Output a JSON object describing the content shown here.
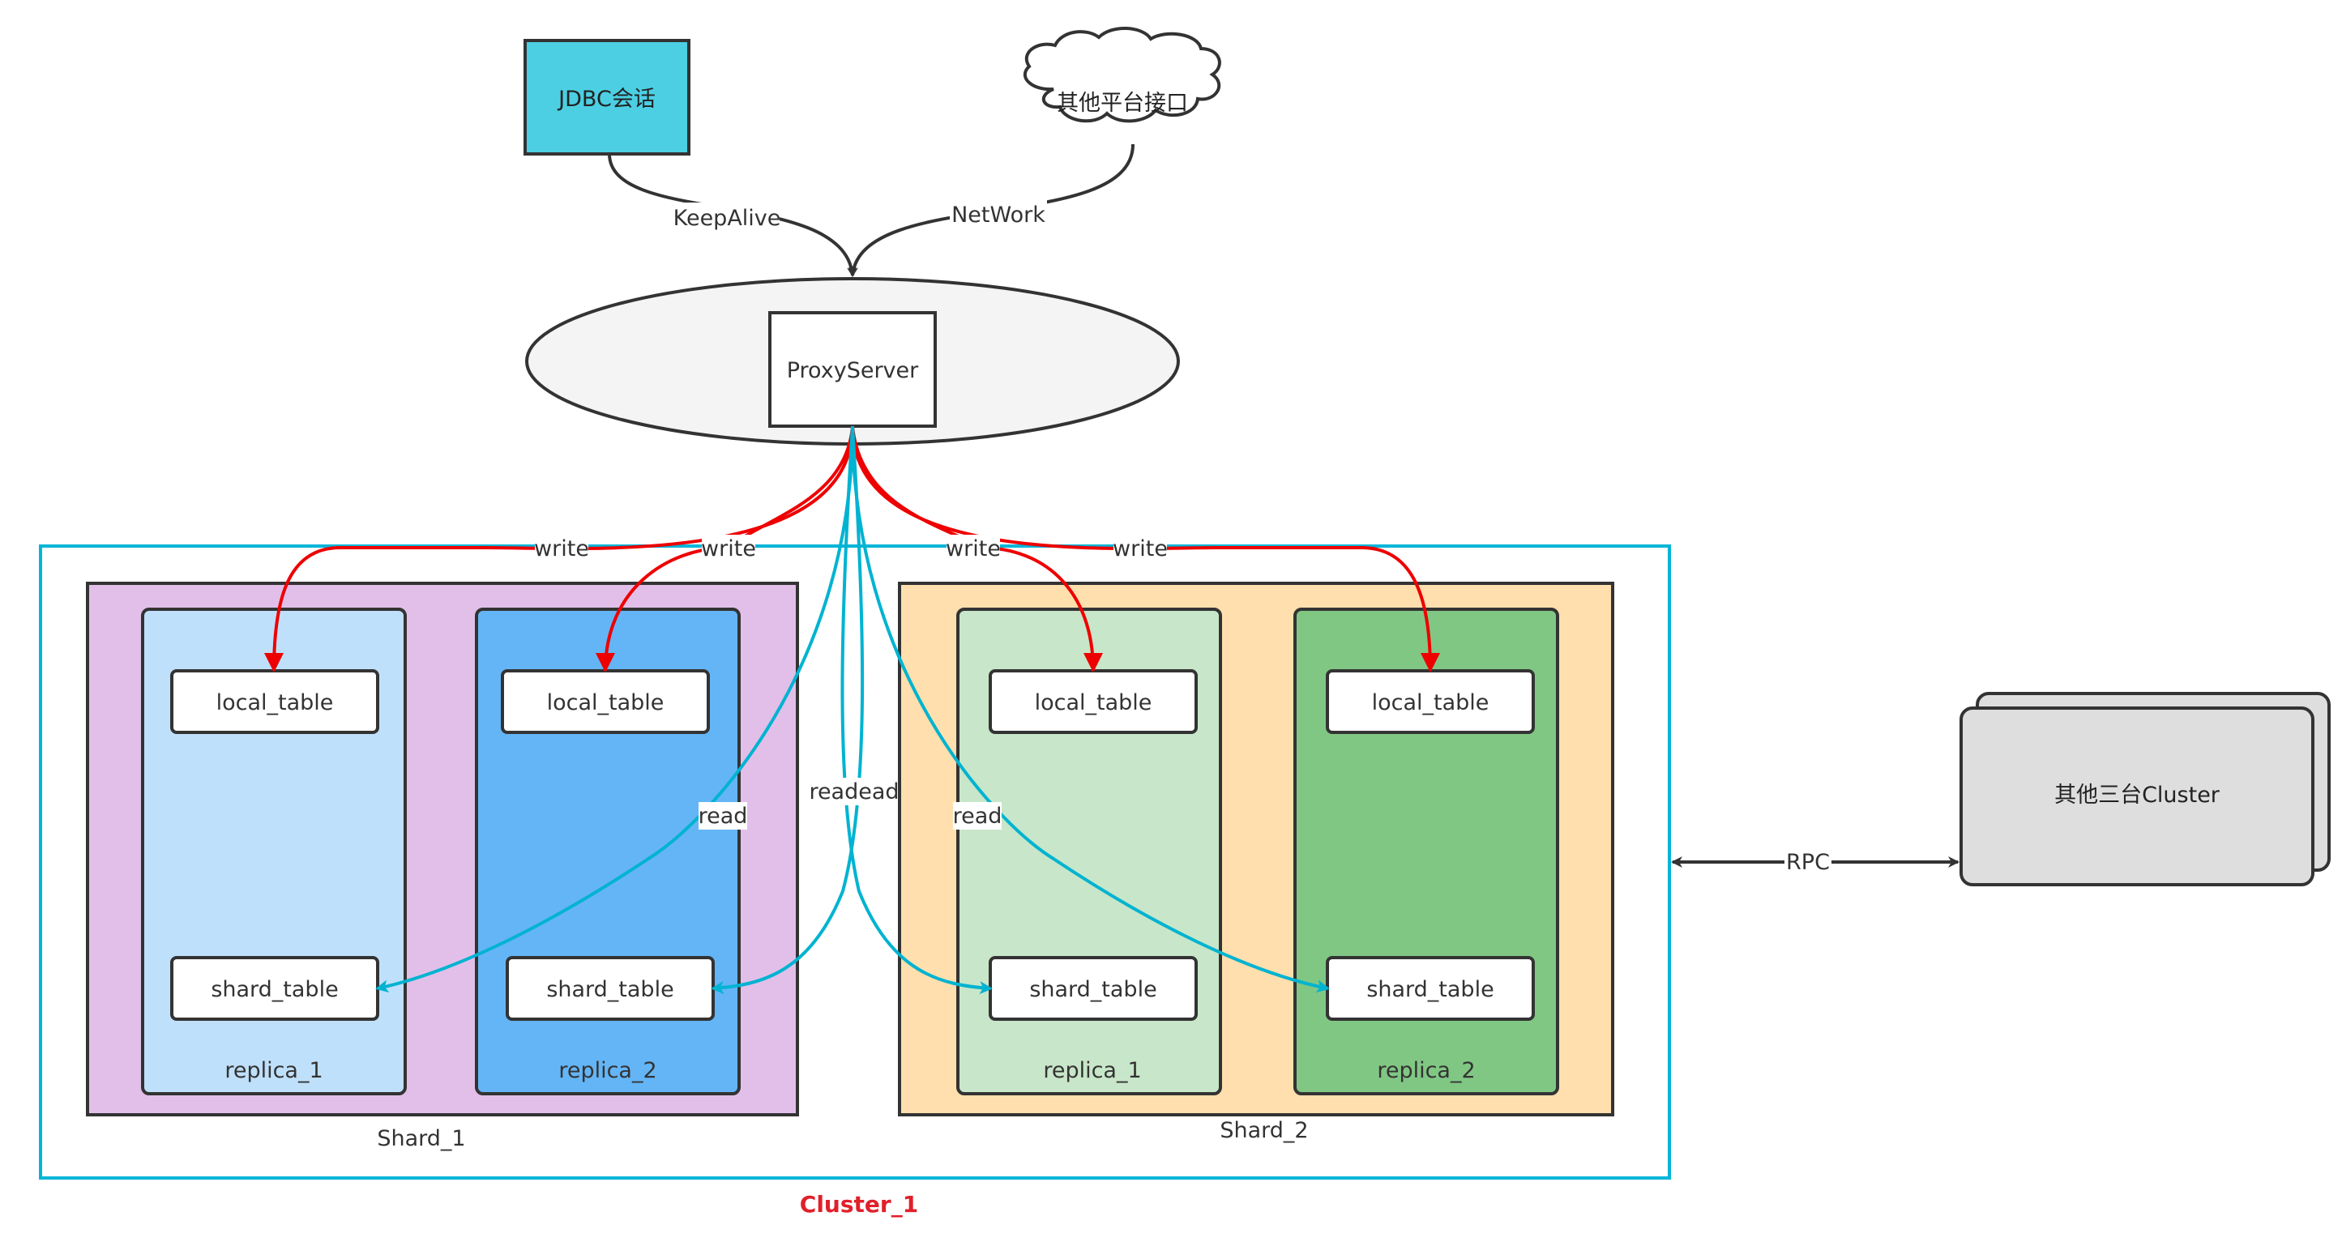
{
  "nodes": {
    "jdbc": "JDBC会话",
    "other_platform": "其他平台接口",
    "proxy": "ProxyServer",
    "other_cluster": "其他三台Cluster",
    "cluster": "Cluster_1",
    "shard_1": "Shard_1",
    "shard_2": "Shard_2",
    "s1_r1": "replica_1",
    "s1_r2": "replica_2",
    "s2_r1": "replica_1",
    "s2_r2": "replica_2",
    "local_table": "local_table",
    "shard_table": "shard_table"
  },
  "edges": {
    "keepalive": "KeepAlive",
    "network": "NetWork",
    "write": "write",
    "read": "read",
    "readead": "readead",
    "rpc": "RPC"
  },
  "colors": {
    "jdbc_fill": "#4ccfe3",
    "cluster_border": "#00b5d8",
    "cluster_label": "#e0202a",
    "shard1_fill": "#e2bfe9",
    "shard2_fill": "#ffdfad",
    "s1_r1_fill": "#bfe0fb",
    "s1_r2_fill": "#64b5f6",
    "s2_r1_fill": "#c8e6c9",
    "s2_r2_fill": "#81c784",
    "write_line": "#ee0000",
    "read_line": "#00b3d1",
    "proxy_fill": "#f4f4f4",
    "other_cluster_fill": "#dedede"
  }
}
